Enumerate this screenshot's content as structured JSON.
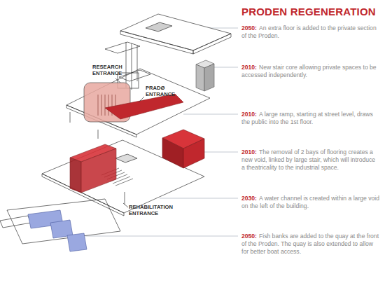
{
  "diagram": {
    "title": "PRODEN REGENERATION",
    "labels": [
      "RESEARCH ENTRANCE",
      "PRADØ ENTRANCE",
      "REHABILITATION ENTRANCE",
      "2050:",
      "An extra floor is added to the private section of the Proden.",
      "2010:",
      "New stair core allowing private spaces to be accessed independently.",
      "2010:",
      "A large ramp, starting at street level, draws the public into the 1st floor.",
      "2010:",
      "The removal of 2 bays of flooring creates a new void, linked by large stair, which will introduce a theatricality to the industrial space.",
      "2030:",
      "A water channel is created within a large void on the left of the building.",
      "2050:",
      "Fish banks are added to the quay at the front of the Proden. The quay is also extended to allow for better boat access."
    ]
  }
}
